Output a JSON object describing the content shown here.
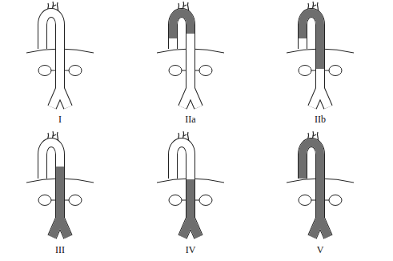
{
  "diagram": {
    "labels": [
      "I",
      "IIa",
      "IIb",
      "III",
      "IV",
      "V"
    ]
  }
}
